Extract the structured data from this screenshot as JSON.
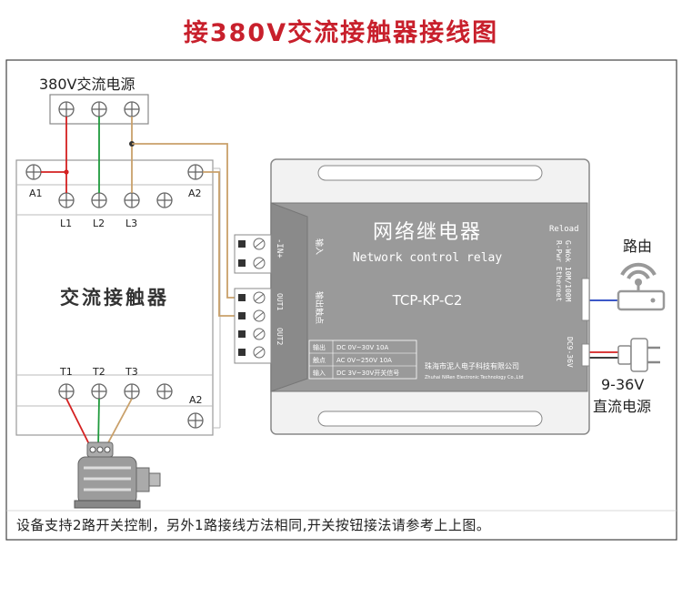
{
  "title": "接380V交流接触器接线图",
  "power_source": {
    "label": "380V交流电源"
  },
  "contactor": {
    "name": "交流接触器",
    "top_terminals": [
      "A1",
      "A2"
    ],
    "line_labels": [
      "L1",
      "L2",
      "L3"
    ],
    "load_labels": [
      "T1",
      "T2",
      "T3"
    ],
    "bottom_terminal": "A2"
  },
  "relay": {
    "title_cn": "网络继电器",
    "title_en": "Network control relay",
    "model": "TCP-KP-C2",
    "input_cn": "输入",
    "input_pins": "-IN+",
    "output_cn": "输出触点",
    "output_pins": [
      "OUT1",
      "OUT2"
    ],
    "reload": "Reload",
    "status": [
      "R-Pwr Ethernet",
      "G-Wok 10M/100M"
    ],
    "power_spec": "DC9-36V",
    "specs": [
      {
        "label": "输出",
        "value": "DC 0V~30V  10A"
      },
      {
        "label": "触点",
        "value": "AC 0V~250V 10A"
      },
      {
        "label": "输入",
        "value": "DC 3V~30V开关信号"
      }
    ],
    "company_cn": "珠海市泥人电子科技有限公司",
    "company_en": "Zhuhai NiRen Electronic Technology Co.,Ltd"
  },
  "router": {
    "label": "路由"
  },
  "dc_power": {
    "voltage": "9-36V",
    "label": "直流电源"
  },
  "note": "设备支持2路开关控制，另外1路接线方法相同,开关按钮接法请参考上上图。",
  "colors": {
    "title": "#c8202c",
    "wire_red": "#d42020",
    "wire_green": "#1f9a3c",
    "wire_tan": "#c9a06a",
    "wire_blue": "#2040c0",
    "relay_body": "#9a9a9a"
  }
}
